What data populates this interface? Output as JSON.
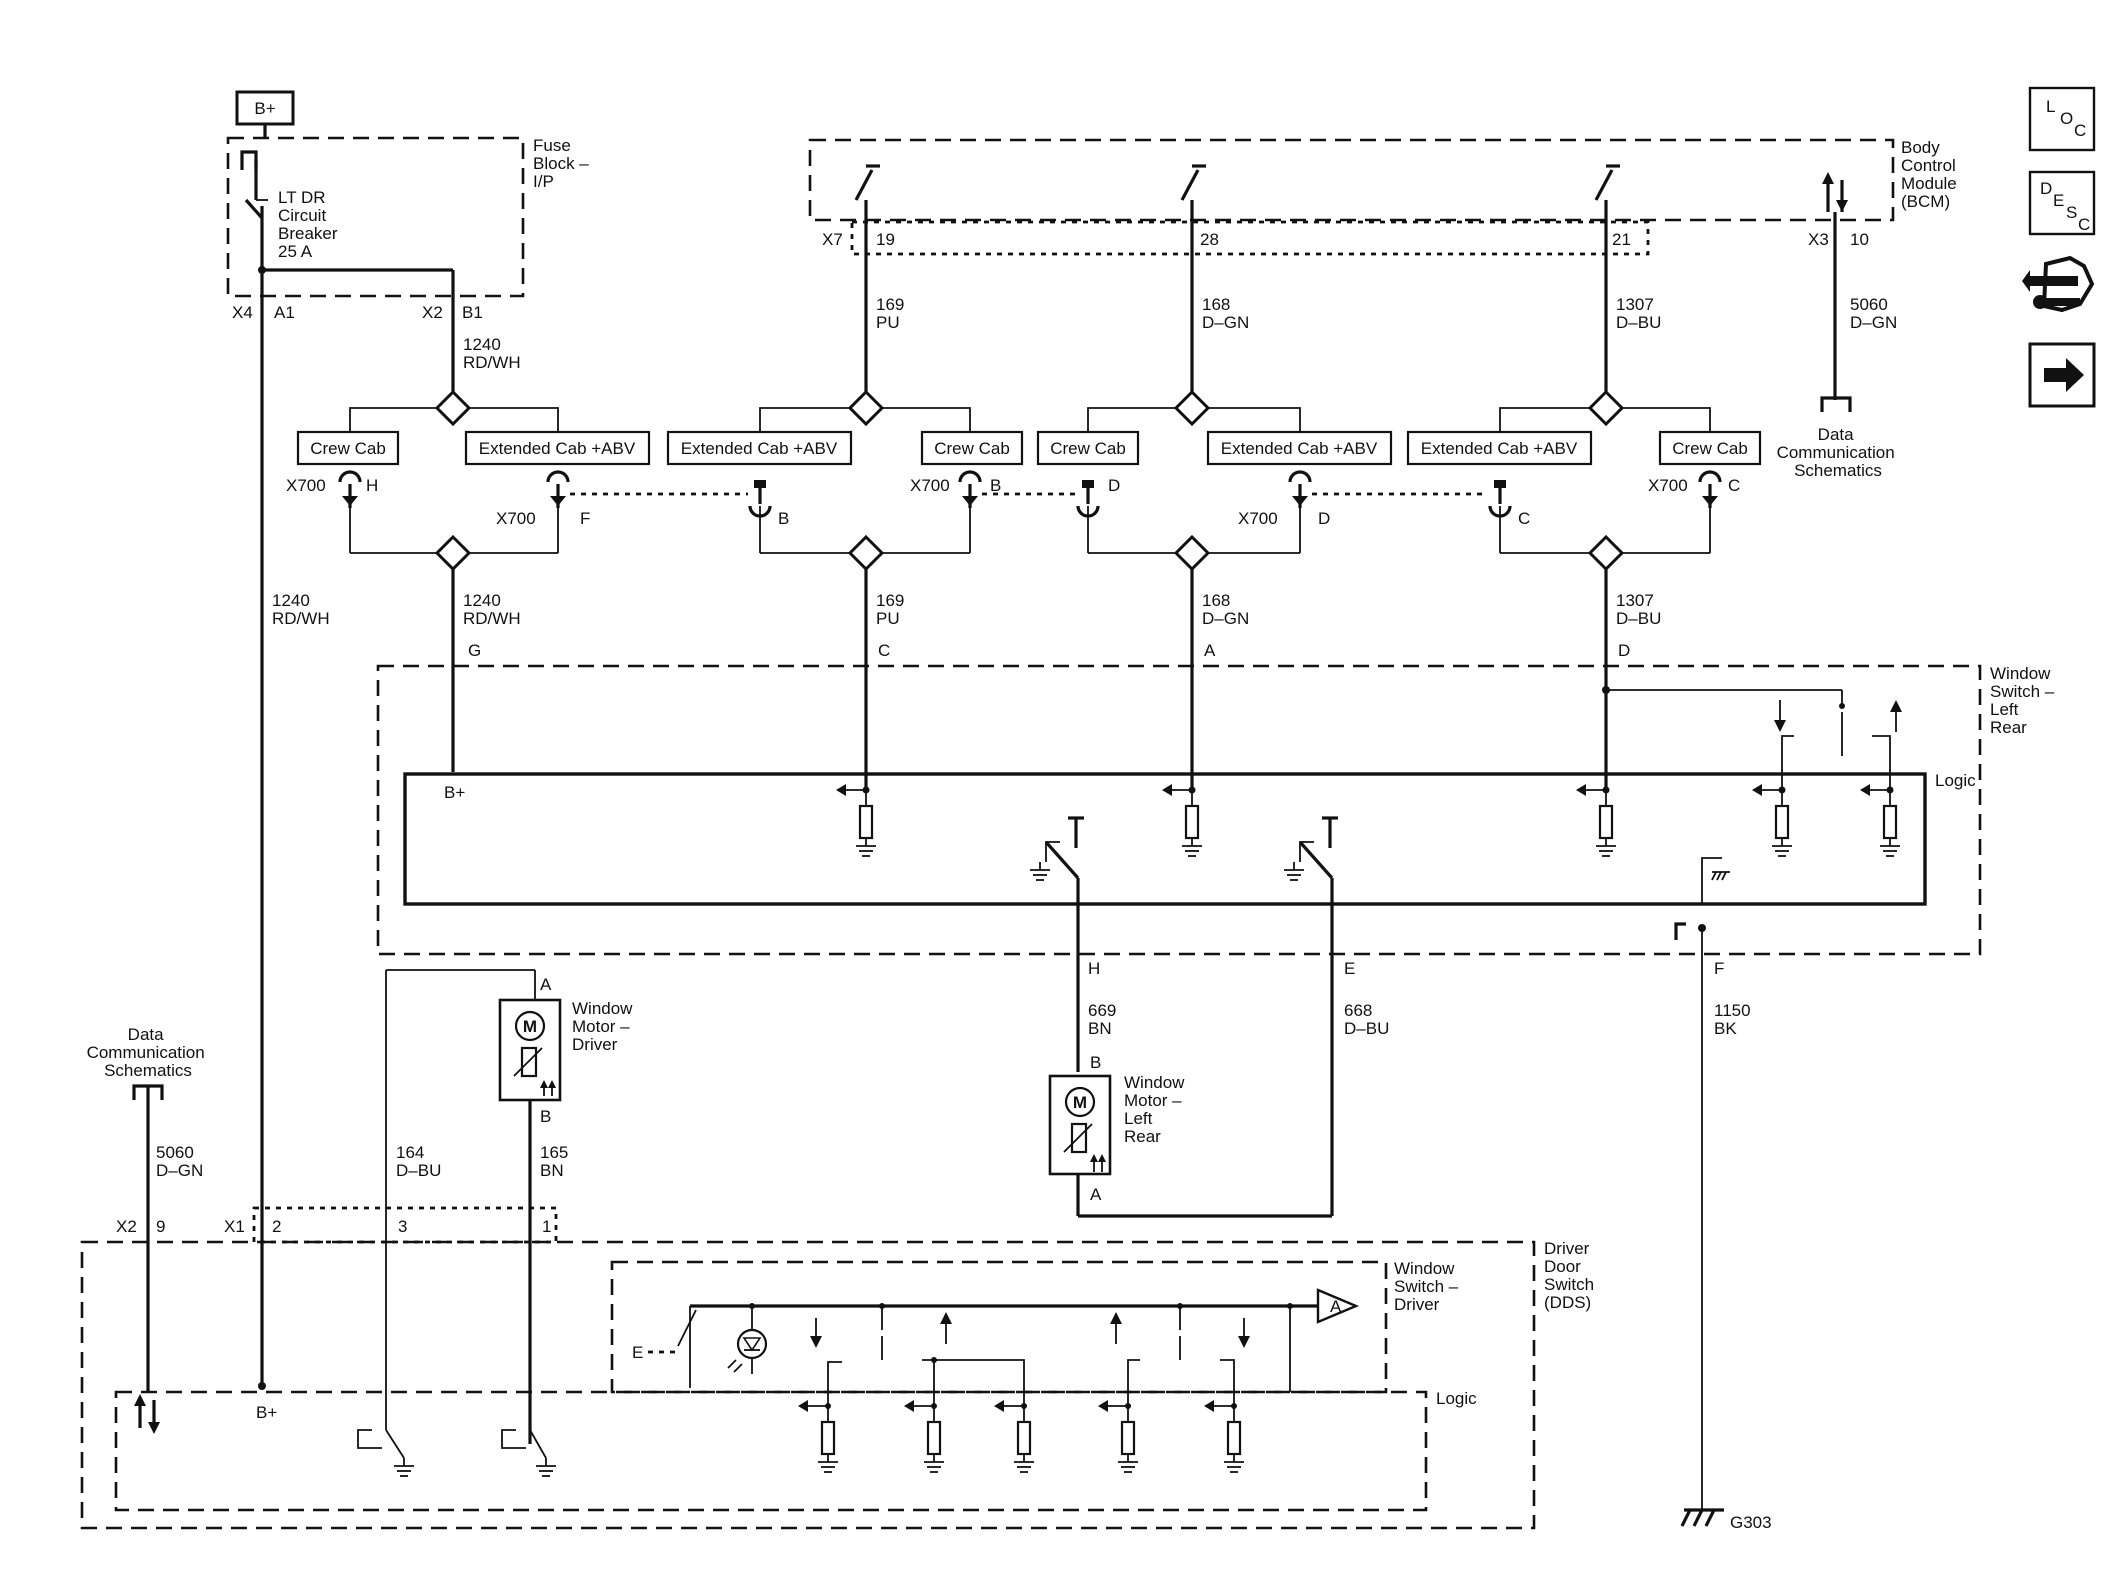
{
  "power_source": {
    "label": "B+"
  },
  "fuse_block": {
    "title": [
      "Fuse",
      "Block –",
      "I/P"
    ],
    "breaker": [
      "LT DR",
      "Circuit",
      "Breaker",
      "25 A"
    ],
    "pins": {
      "x4": "X4",
      "a1": "A1",
      "x2": "X2",
      "b1": "B1"
    }
  },
  "bcm": {
    "title": [
      "Body",
      "Control",
      "Module",
      "(BCM)"
    ],
    "pins": {
      "x7": "X7",
      "p19": "19",
      "p28": "28",
      "p21": "21",
      "x3": "X3",
      "p10": "10"
    }
  },
  "wires": {
    "w1240": [
      "1240",
      "RD/WH"
    ],
    "w169": [
      "169",
      "PU"
    ],
    "w168": [
      "168",
      "D–GN"
    ],
    "w1307": [
      "1307",
      "D–BU"
    ],
    "w5060": [
      "5060",
      "D–GN"
    ],
    "w669": [
      "669",
      "BN"
    ],
    "w668": [
      "668",
      "D–BU"
    ],
    "w1150": [
      "1150",
      "BK"
    ],
    "w164": [
      "164",
      "D–BU"
    ],
    "w165": [
      "165",
      "BN"
    ]
  },
  "data_comm": [
    "Data",
    "Communication",
    "Schematics"
  ],
  "options": {
    "crew_cab": "Crew Cab",
    "extended_cab": "Extended Cab +ABV"
  },
  "connector": {
    "x700": "X700",
    "pins": {
      "h": "H",
      "f": "F",
      "b": "B",
      "d": "D",
      "c": "C"
    }
  },
  "window_switch_lr": {
    "title": [
      "Window",
      "Switch –",
      "Left",
      "Rear"
    ],
    "logic": "Logic",
    "bplus": "B+",
    "pins": {
      "g": "G",
      "c": "C",
      "a": "A",
      "d": "D",
      "h": "H",
      "e": "E",
      "f": "F"
    }
  },
  "window_motor_driver": {
    "title": [
      "Window",
      "Motor –",
      "Driver"
    ],
    "symbol": "M",
    "pins": {
      "a": "A",
      "b": "B"
    }
  },
  "window_motor_lr": {
    "title": [
      "Window",
      "Motor –",
      "Left",
      "Rear"
    ],
    "symbol": "M",
    "pins": {
      "b": "B",
      "a": "A"
    }
  },
  "dds": {
    "title": [
      "Driver",
      "Door",
      "Switch",
      "(DDS)"
    ],
    "connector": {
      "x2": "X2",
      "p9": "9",
      "x1": "X1",
      "p2": "2",
      "p3": "3",
      "p1": "1"
    },
    "window_switch": [
      "Window",
      "Switch –",
      "Driver"
    ],
    "logic": "Logic",
    "bplus": "B+",
    "e_label": "E",
    "amp_label": "A"
  },
  "ground": {
    "label": "G303"
  },
  "nav_icons": [
    {
      "name": "loc",
      "letters": [
        "L",
        "O",
        "C"
      ]
    },
    {
      "name": "desc",
      "letters": [
        "D",
        "E",
        "S",
        "C"
      ]
    },
    {
      "name": "connector-end-view-icon"
    },
    {
      "name": "next-arrow-icon"
    }
  ]
}
